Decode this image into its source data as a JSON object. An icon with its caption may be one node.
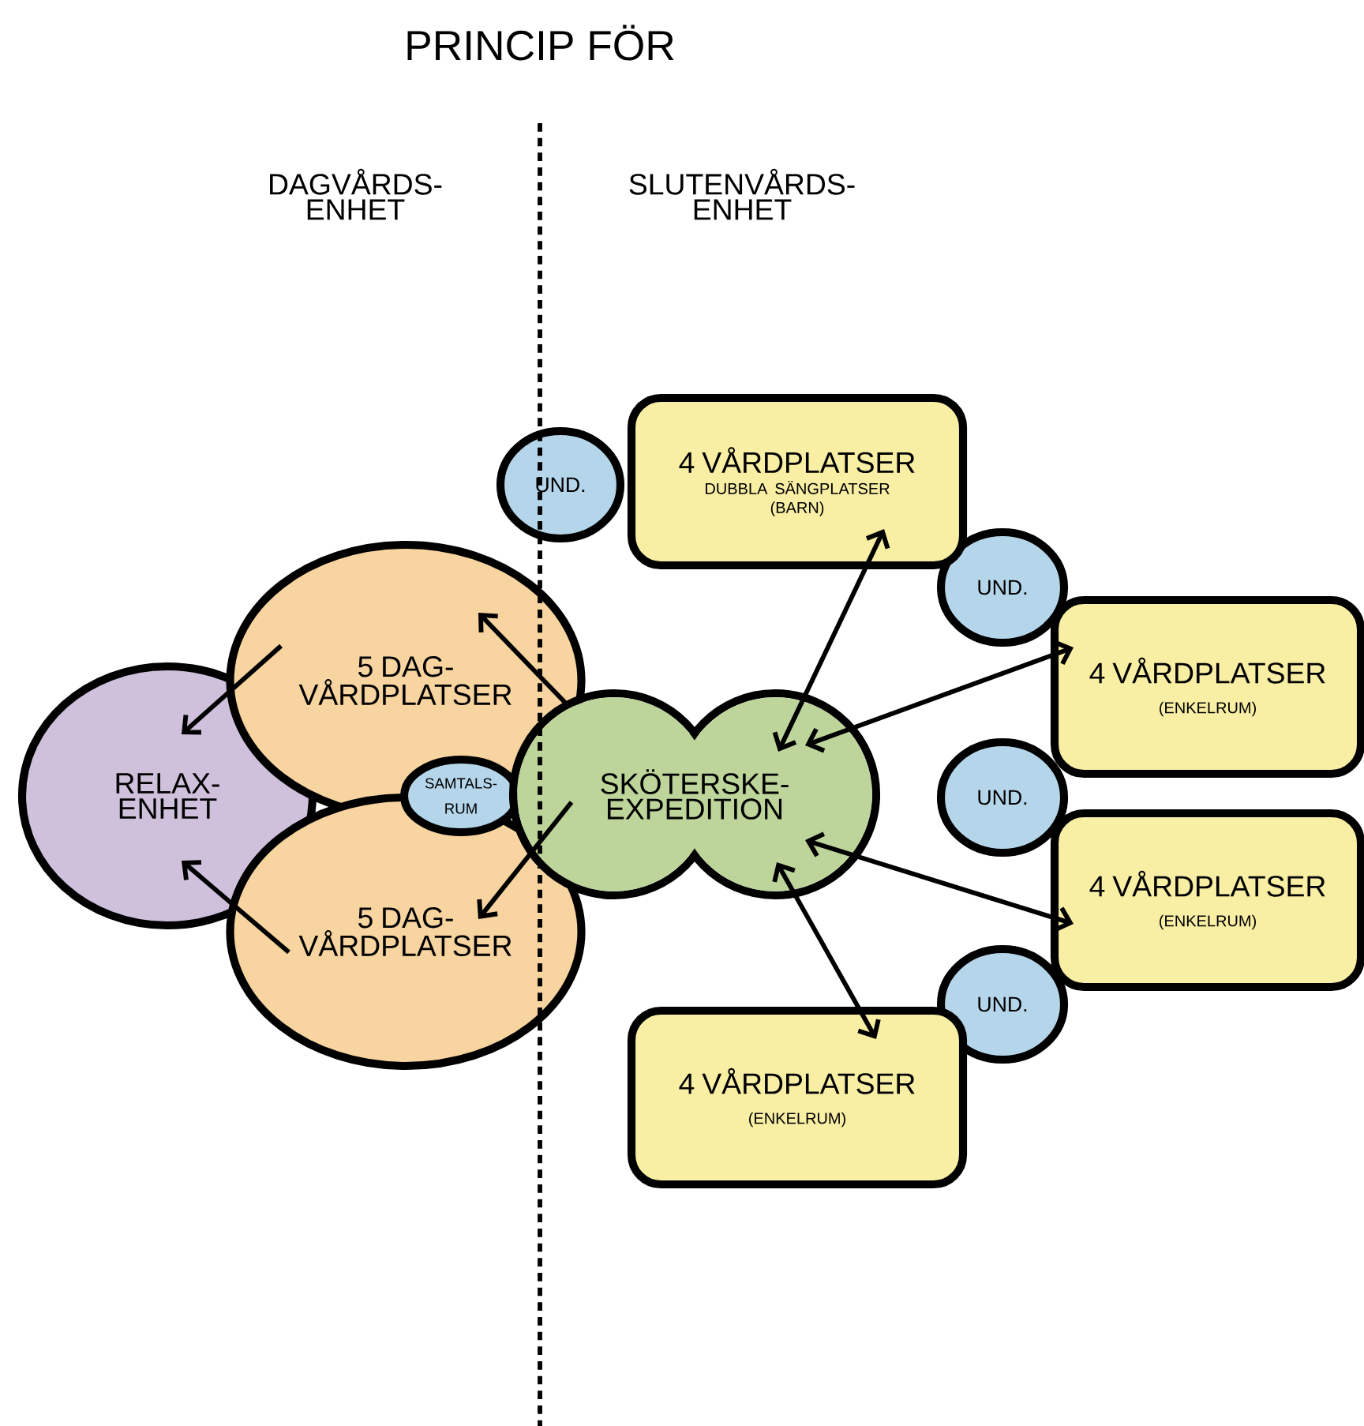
{
  "diagram": {
    "title": "PRINCIP FÖR",
    "nodes": [
      {
        "text": [
          "5 DAG- VÅRDPLATSER"
        ]
      },
      {
        "text": [
          "RELAX- ENHET"
        ]
      },
      {
        "text": [
          "SAMTALS- RUM"
        ]
      },
      {
        "text": [
          "5 DAG- VÅRDPLATSER"
        ]
      },
      {
        "text": [
          "SKÖTERSKE- EXPEDITION"
        ]
      },
      {
        "text": [
          "UND."
        ]
      },
      {
        "text": [
          "4 VÅRDPLATSER",
          "DUBBLA SÄNGPLATSER (BARN)"
        ]
      },
      {
        "text": [
          "UND."
        ]
      },
      {
        "text": [
          "4 VÅRDPLATSER",
          "(ENKELRUM)"
        ]
      },
      {
        "text": [
          "UND."
        ]
      },
      {
        "text": [
          "4 VÅRDPLATSER",
          "(ENKELRUM)"
        ]
      },
      {
        "text": [
          "UND."
        ]
      },
      {
        "text": [
          "4 VÅRDPLATSER",
          "(ENKELRUM)"
        ]
      }
    ],
    "edges": [
      {
        "from": 4,
        "to": 0,
        "arrow": "to"
      },
      {
        "from": 0,
        "to": 1,
        "arrow": "to"
      },
      {
        "from": 3,
        "to": 1,
        "arrow": "to"
      },
      {
        "from": 4,
        "to": 3,
        "arrow": "to"
      },
      {
        "from": 4,
        "to": 6,
        "arrow": "both"
      },
      {
        "from": 4,
        "to": 8,
        "arrow": "both"
      },
      {
        "from": 4,
        "to": 10,
        "arrow": "both"
      },
      {
        "from": 4,
        "to": 12,
        "arrow": "both"
      }
    ],
    "labels": [
      "DAGVÅRDS- ENHET",
      "SLUTENVÅRDS- ENHET"
    ]
  }
}
